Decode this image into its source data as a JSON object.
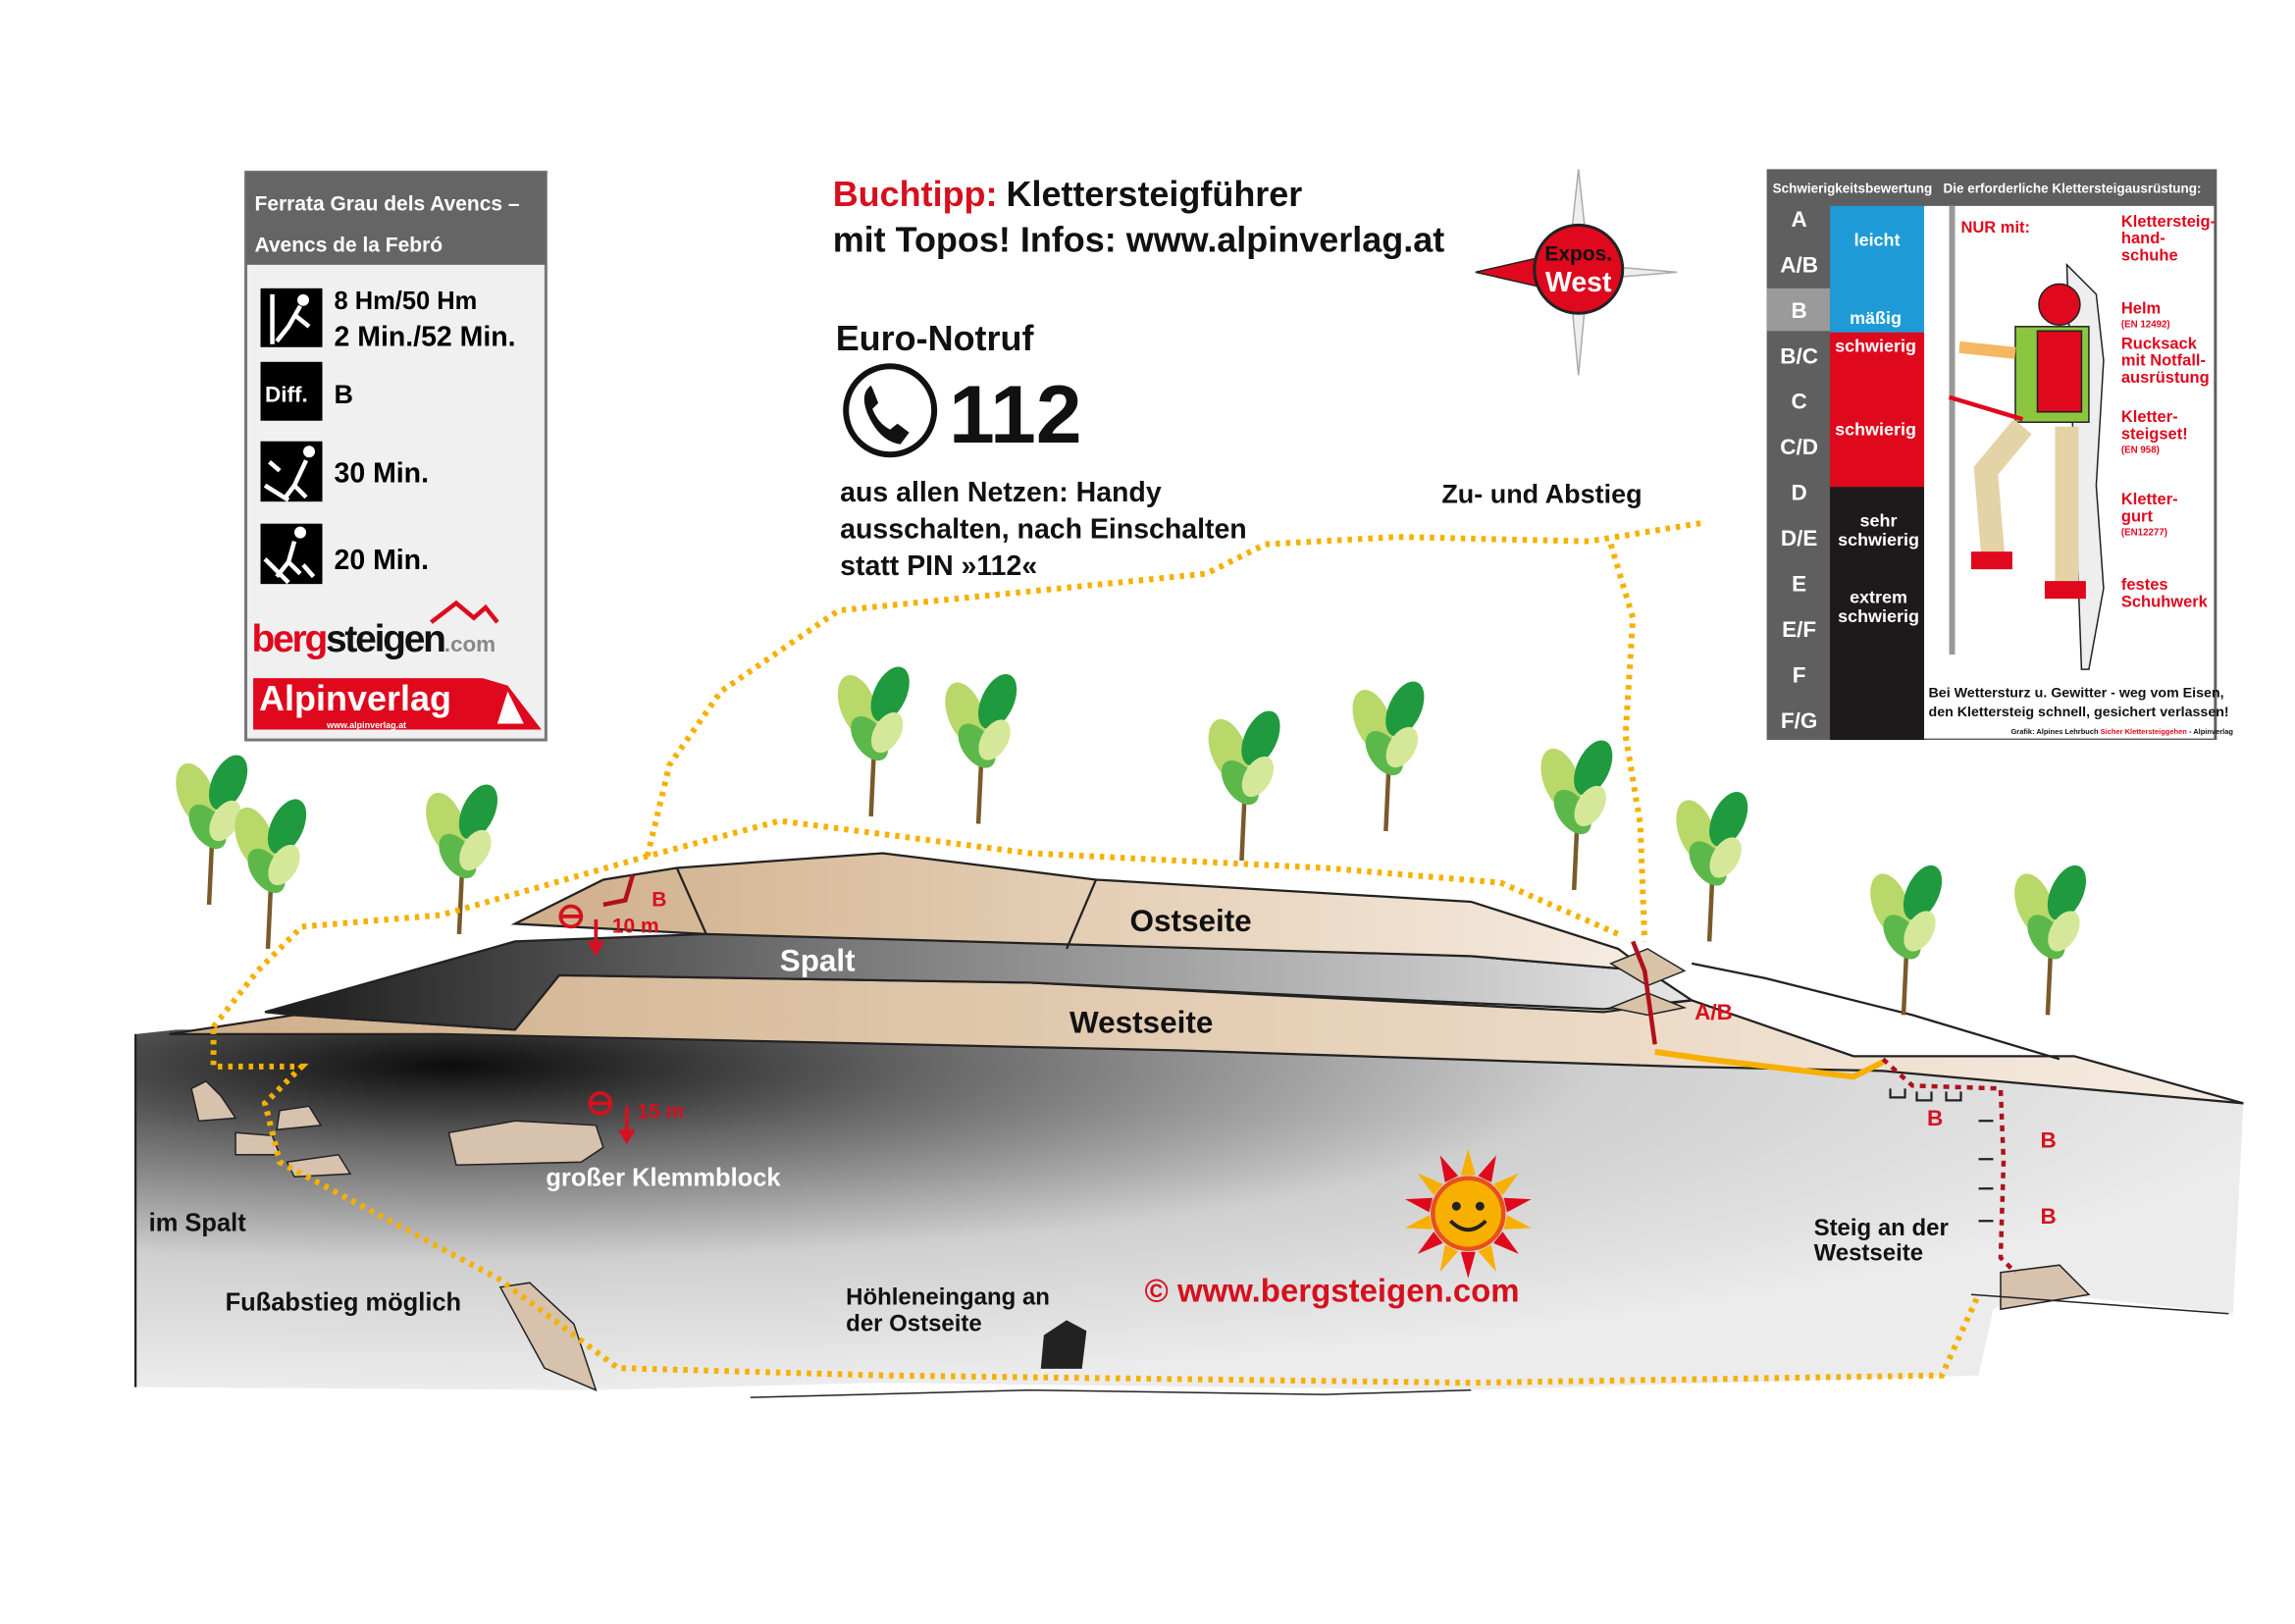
{
  "infobox": {
    "title_line1": "Ferrata Grau dels Avencs –",
    "title_line2": "Avencs de la Febró",
    "height": "8 Hm/50 Hm",
    "time": "2 Min./52 Min.",
    "diff_label": "Diff.",
    "diff_value": "B",
    "approach": "30 Min.",
    "descent": "20 Min.",
    "logo_bergsteigen_a": "berg",
    "logo_bergsteigen_b": "steigen",
    "logo_bergsteigen_c": ".com",
    "logo_alpinverlag": "Alpinverlag",
    "logo_alpinverlag_url": "www.alpinverlag.at"
  },
  "booktip": {
    "label": "Buchtipp:",
    "line1": "Klettersteigführer",
    "line2": "mit Topos! Infos: www.alpinverlag.at"
  },
  "compass": {
    "line1": "Expos.",
    "line2": "West"
  },
  "emergency": {
    "title": "Euro-Notruf",
    "number": "112",
    "line1": "aus allen Netzen: Handy",
    "line2": "ausschalten, nach Einschalten",
    "line3": "statt PIN »112«"
  },
  "difficulty": {
    "header_left": "Schwierigkeitsbewertung",
    "header_right": "Die erforderliche Klettersteigausrüstung:",
    "grades": [
      "A",
      "A/B",
      "B",
      "B/C",
      "C",
      "C/D",
      "D",
      "D/E",
      "E",
      "E/F",
      "F",
      "F/G"
    ],
    "active_grade": "B",
    "levels": [
      "leicht",
      "mäßig",
      "schwierig",
      "schwierig",
      "sehr",
      "schwierig",
      "extrem",
      "schwierig"
    ],
    "colors": {
      "easy": "#1e9bd7",
      "hard": "#e0081d",
      "extreme": "#1e1a1c",
      "grade_bg": "#5f5f5f",
      "active_bg": "#9a9a9a"
    },
    "nur_mit": "NUR mit:",
    "equipment": [
      {
        "lines": [
          "Klettersteig-",
          "hand-",
          "schuhe"
        ],
        "norm": ""
      },
      {
        "lines": [
          "Helm"
        ],
        "norm": "(EN 12492)"
      },
      {
        "lines": [
          "Rucksack",
          "mit Notfall-",
          "ausrüstung"
        ],
        "norm": ""
      },
      {
        "lines": [
          "Kletter-",
          "steigset!"
        ],
        "norm": "(EN 958)"
      },
      {
        "lines": [
          "Kletter-",
          "gurt"
        ],
        "norm": "(EN12277)"
      },
      {
        "lines": [
          "festes",
          "Schuhwerk"
        ],
        "norm": ""
      }
    ],
    "warning1": "Bei Wettersturz u. Gewitter - weg vom Eisen,",
    "warning2": "den Klettersteig schnell, gesichert verlassen!",
    "credit_a": "Grafik: Alpines Lehrbuch ",
    "credit_b": "Sicher Klettersteiggehen",
    "credit_c": " - Alpinverlag"
  },
  "topo": {
    "access": "Zu- und Abstieg",
    "grade_top": "B",
    "drop_top": "10 m",
    "spalt": "Spalt",
    "ostseite": "Ostseite",
    "westseite": "Westseite",
    "grade_ab": "A/B",
    "drop_mid": "15 m",
    "klemmblock": "großer Klemmblock",
    "im_spalt": "im Spalt",
    "fussabstieg": "Fußabstieg möglich",
    "hoehle1": "Höhleneingang an",
    "hoehle2": "der Ostseite",
    "copyright": "©  www.bergsteigen.com",
    "steig1": "Steig an der",
    "steig2": "Westseite",
    "grades_right": [
      "B",
      "B",
      "B"
    ],
    "route_color": "#f7b000",
    "accent_red": "#d6101e"
  }
}
